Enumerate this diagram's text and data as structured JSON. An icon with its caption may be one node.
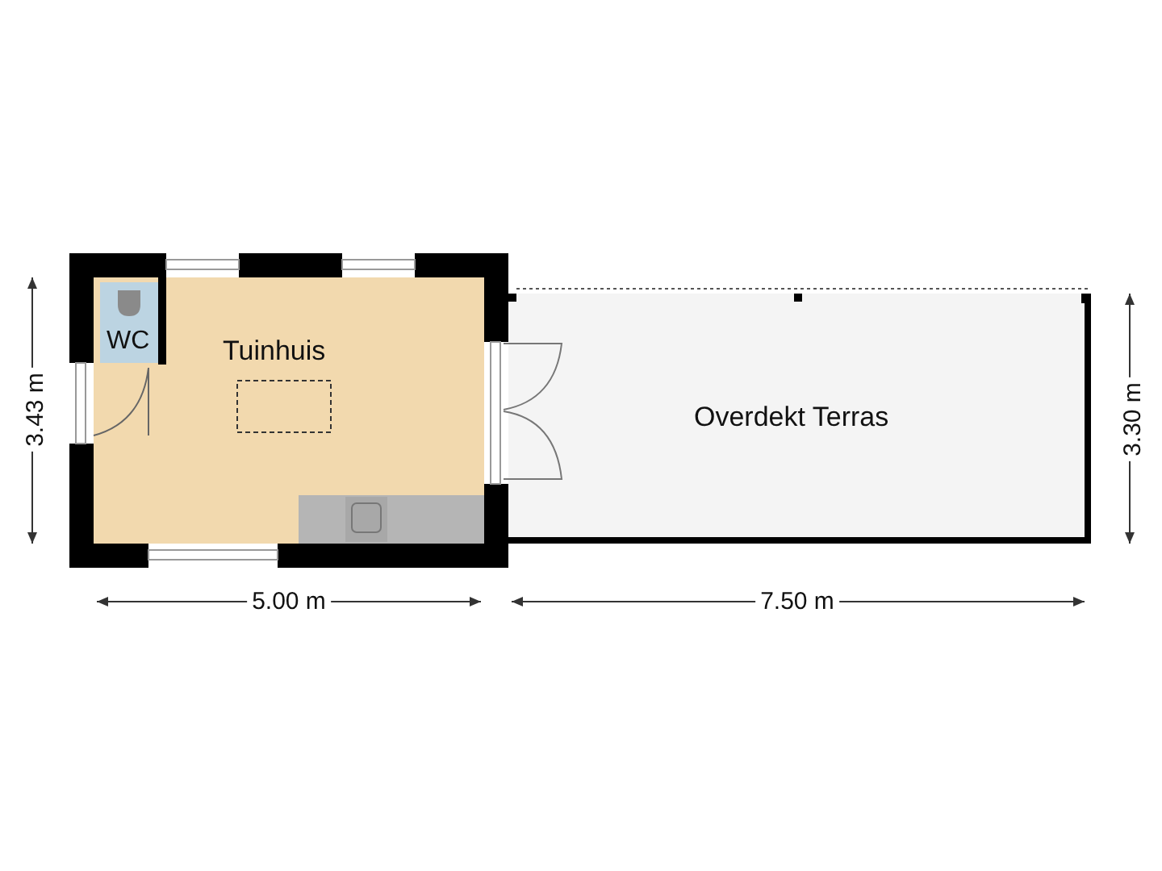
{
  "diagram": {
    "nodes": [
      {
        "text": [
          "Tuinhuis"
        ]
      },
      {
        "text": [
          "WC"
        ],
        "in": 0
      },
      {
        "text": [
          "Overdekt Terras"
        ]
      }
    ],
    "labels": [
      "3.43 m",
      "5.00 m",
      "7.50 m",
      "3.30 m"
    ]
  }
}
